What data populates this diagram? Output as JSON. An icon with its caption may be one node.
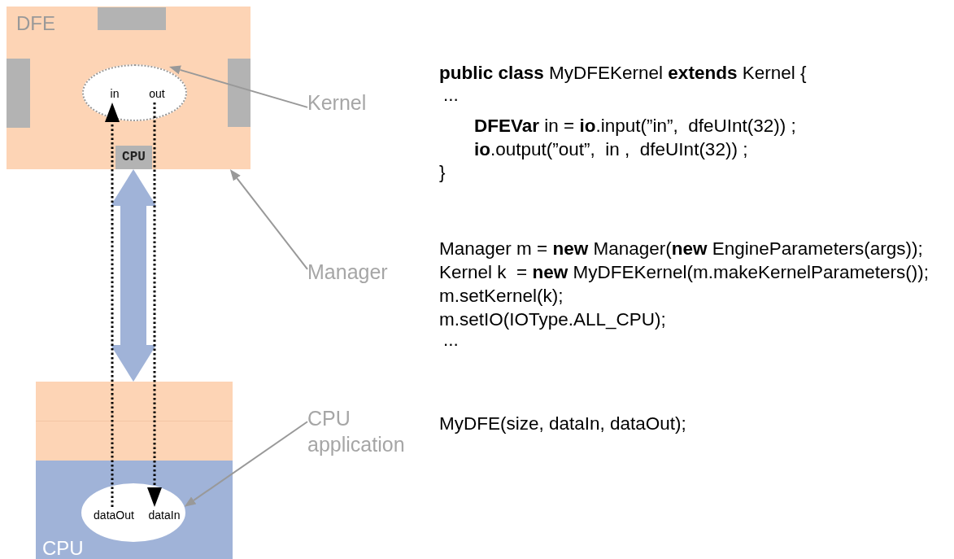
{
  "diagram": {
    "nodes": [
      {
        "text": [
          "DFE"
        ]
      },
      {
        "text": [],
        "shape": "box",
        "in": 0
      },
      {
        "text": [],
        "shape": "box",
        "in": 0
      },
      {
        "text": [],
        "shape": "box",
        "in": 0
      },
      {
        "text": [],
        "shape": "ellipse",
        "in": 0
      },
      {
        "text": [
          "in"
        ],
        "in": 4
      },
      {
        "text": [
          "out"
        ],
        "in": 4
      },
      {
        "text": [
          "CPU"
        ],
        "in": 0
      },
      {
        "text": [
          "CPU"
        ]
      },
      {
        "text": [],
        "shape": "ellipse",
        "in": 8
      },
      {
        "text": [
          "dataOut"
        ],
        "in": 9
      },
      {
        "text": [
          "dataIn"
        ],
        "in": 9
      },
      {
        "text": [
          "Kernel"
        ]
      },
      {
        "text": [
          "Manager"
        ]
      },
      {
        "text": [
          "CPU application"
        ]
      }
    ],
    "edges": [
      {
        "from": 7,
        "to": 8,
        "arrow": "both",
        "style": "thick",
        "color": "#a0b3d8"
      },
      {
        "from": 10,
        "to": 5,
        "arrow": "to",
        "style": "dashed",
        "color": "#000000"
      },
      {
        "from": 6,
        "to": 11,
        "arrow": "to",
        "style": "dashed",
        "color": "#000000"
      },
      {
        "from": 12,
        "to": 4,
        "arrow": "to"
      },
      {
        "from": 13,
        "to": 0,
        "arrow": "to"
      },
      {
        "from": 14,
        "to": 9,
        "arrow": "to"
      }
    ],
    "labels": [
      "**public class** MyDFEKernel **extends** Kernel {",
      "...",
      "**DFEVar** in = **io**.input(”in”,  dfeUInt(32)) ;",
      "**io**.output(”out”,  in ,  dfeUInt(32)) ;",
      "}",
      "Manager m = **new** Manager(**new** EngineParameters(args));",
      "Kernel k  = **new** MyDFEKernel(m.makeKernelParameters());",
      "m.setKernel(k);",
      "m.setIO(IOType.ALL_CPU);",
      "...",
      "MyDFE(size, dataIn, dataOut);"
    ]
  }
}
